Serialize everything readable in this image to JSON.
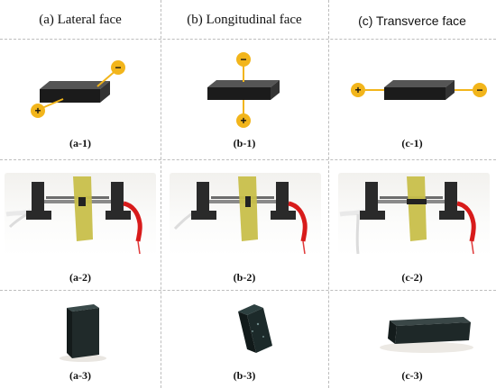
{
  "headers": {
    "a": "(a) Lateral face",
    "b": "(b) Longitudinal face",
    "c": "(c) Transverce face"
  },
  "captions": {
    "a1": "(a-1)",
    "b1": "(b-1)",
    "c1": "(c-1)",
    "a2": "(a-2)",
    "b2": "(b-2)",
    "c2": "(c-2)",
    "a3": "(a-3)",
    "b3": "(b-3)",
    "c3": "(c-3)"
  },
  "terminals": {
    "plus": "+",
    "minus": "−"
  },
  "colors": {
    "terminal": "#f2b51b",
    "block": "#1b1b1b",
    "lead_red": "#d81b1b",
    "tape": "#c8bf4a"
  }
}
